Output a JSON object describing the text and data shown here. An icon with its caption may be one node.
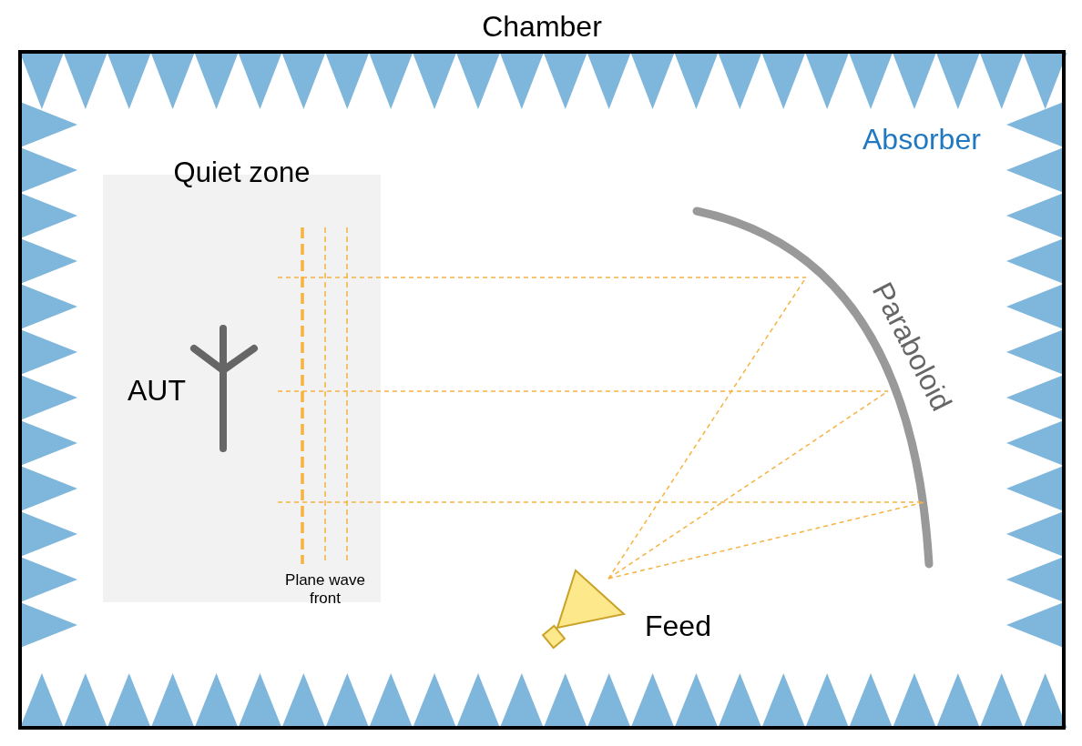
{
  "diagram": {
    "nodes": [
      {
        "text": [
          "Chamber"
        ]
      },
      {
        "text": [
          "Quiet zone"
        ],
        "in": 0
      },
      {
        "text": [
          "AUT"
        ],
        "in": 1
      },
      {
        "text": [
          "Paraboloid"
        ],
        "in": 0
      },
      {
        "text": [
          "Feed"
        ],
        "in": 0
      }
    ],
    "labels": [
      "Absorber",
      "Plane wave front"
    ]
  }
}
